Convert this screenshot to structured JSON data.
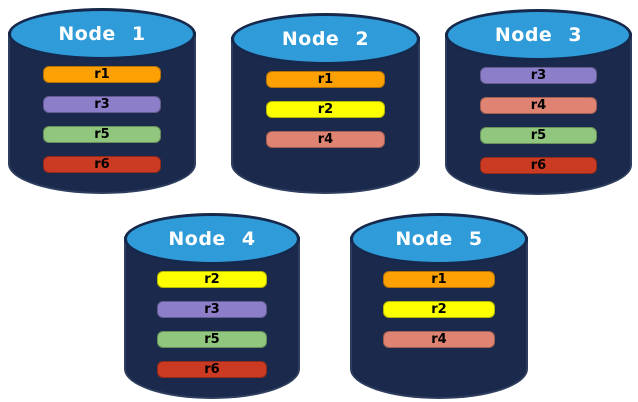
{
  "diagram": {
    "description": "Five database nodes with replica assignments",
    "colors": {
      "background": "#FFFFFF",
      "cylinder_body": "#1B2A4C",
      "cylinder_edge": "#2E3E5E",
      "cylinder_top": "#2F9BD8",
      "cylinder_outline": "#16284B",
      "title_text": "#FFFFFF",
      "bar_text": "#000000"
    },
    "replica_colors": {
      "r1": "#FCA004",
      "r2": "#FDFF00",
      "r3": "#8C7EC9",
      "r4": "#DF8372",
      "r5": "#90C67E",
      "r6": "#CB3A23"
    },
    "nodes": [
      {
        "label": "Node 1",
        "replicas": [
          "r1",
          "r3",
          "r5",
          "r6"
        ]
      },
      {
        "label": "Node 2",
        "replicas": [
          "r1",
          "r2",
          "r4"
        ]
      },
      {
        "label": "Node 3",
        "replicas": [
          "r3",
          "r4",
          "r5",
          "r6"
        ]
      },
      {
        "label": "Node 4",
        "replicas": [
          "r2",
          "r3",
          "r5",
          "r6"
        ]
      },
      {
        "label": "Node 5",
        "replicas": [
          "r1",
          "r2",
          "r4"
        ]
      }
    ]
  }
}
